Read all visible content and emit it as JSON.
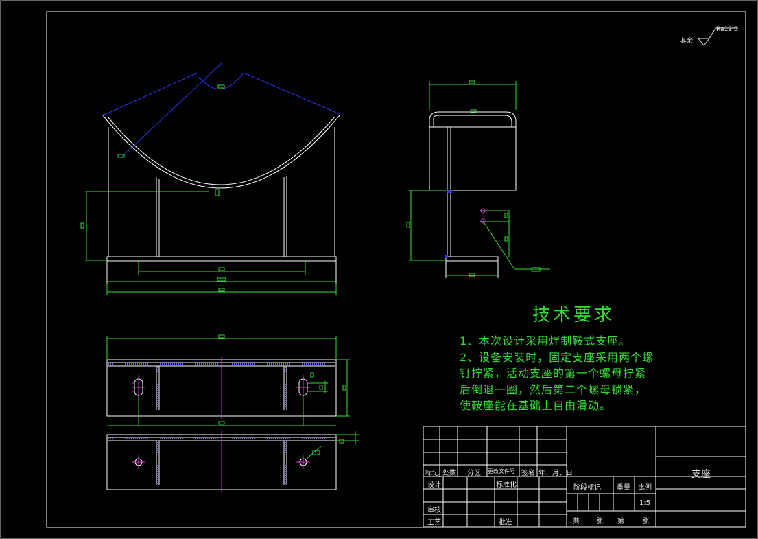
{
  "drawing": {
    "part_name": "支座",
    "scale": "1:5",
    "roughness": {
      "label": "其余",
      "value": "Ra12.5"
    }
  },
  "technical_requirements": {
    "title": "技术要求",
    "lines": [
      "1、本次设计采用焊制鞍式支座。",
      "2、设备安装时，固定支座采用两个螺",
      "钉拧紧，活动支座的第一个螺母拧紧",
      "后倒退一圈，然后第二个螺母锁紧，",
      "使鞍座能在基础上自由滑动。"
    ]
  },
  "title_block": {
    "row_labels": [
      "标记",
      "处数",
      "分区",
      "更改文件号",
      "签名",
      "年、月、日"
    ],
    "design": "设计",
    "standardization": "标准化",
    "stage_mark": "阶段标记",
    "weight": "重量",
    "scale_label": "比例",
    "review": "审核",
    "process": "工艺",
    "approve": "批准",
    "total": "共",
    "sheets": "张",
    "sheet_no": "第",
    "sheets2": "张"
  },
  "colors": {
    "outline": "#ffffff",
    "dimension": "#33dd33",
    "leader": "#3333ee",
    "centerline": "#dd33dd",
    "weld": "#6666ff"
  }
}
